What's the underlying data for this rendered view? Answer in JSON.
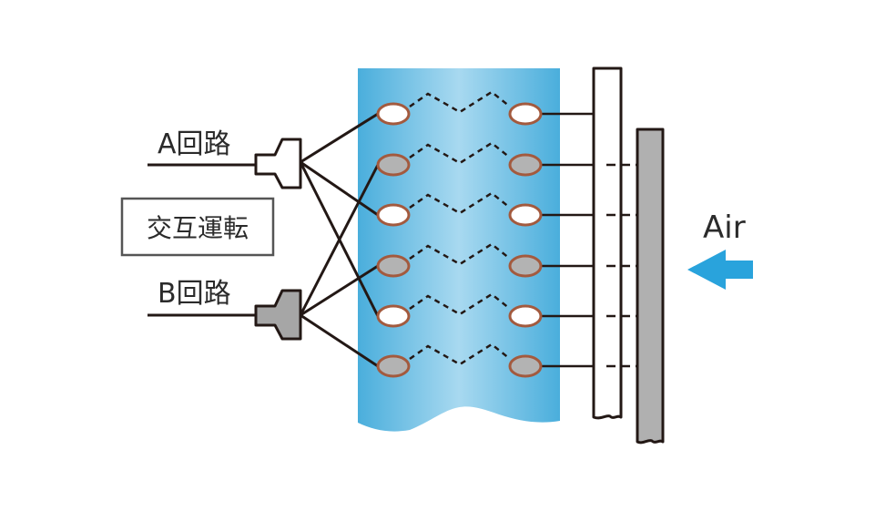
{
  "labels": {
    "circuit_a": "A回路",
    "circuit_b": "B回路",
    "mode": "交互運転",
    "air": "Air"
  },
  "colors": {
    "coil_gradient_edge": "#4aaedc",
    "coil_gradient_center": "#a8d9f0",
    "tube_a_fill": "#ffffff",
    "tube_b_fill": "#b3b3b3",
    "tube_stroke": "#a35a3e",
    "header_b_fill": "#a6a6a6",
    "plate_fill": "#b0b0b0",
    "line": "#231815",
    "air_arrow": "#29a3dc"
  }
}
